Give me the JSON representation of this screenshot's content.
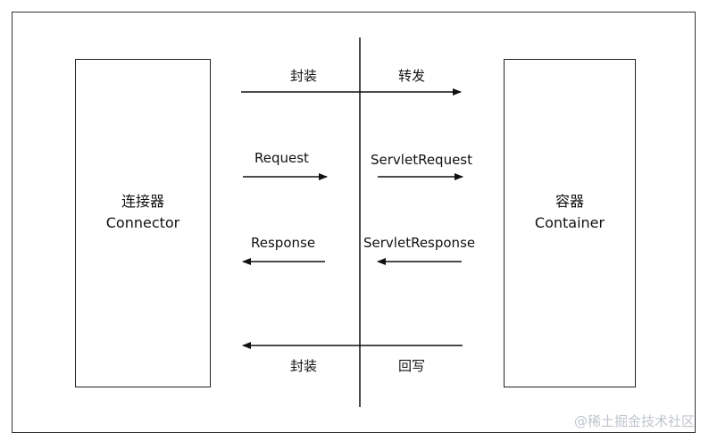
{
  "connector": {
    "title_cn": "连接器",
    "title_en": "Connector"
  },
  "container": {
    "title_cn": "容器",
    "title_en": "Container"
  },
  "labels": {
    "encapsulate_top": "封装",
    "forward": "转发",
    "request": "Request",
    "servlet_request": "ServletRequest",
    "response": "Response",
    "servlet_response": "ServletResponse",
    "encapsulate_bottom": "封装",
    "write_back": "回写"
  },
  "watermark": "@稀土掘金技术社区"
}
